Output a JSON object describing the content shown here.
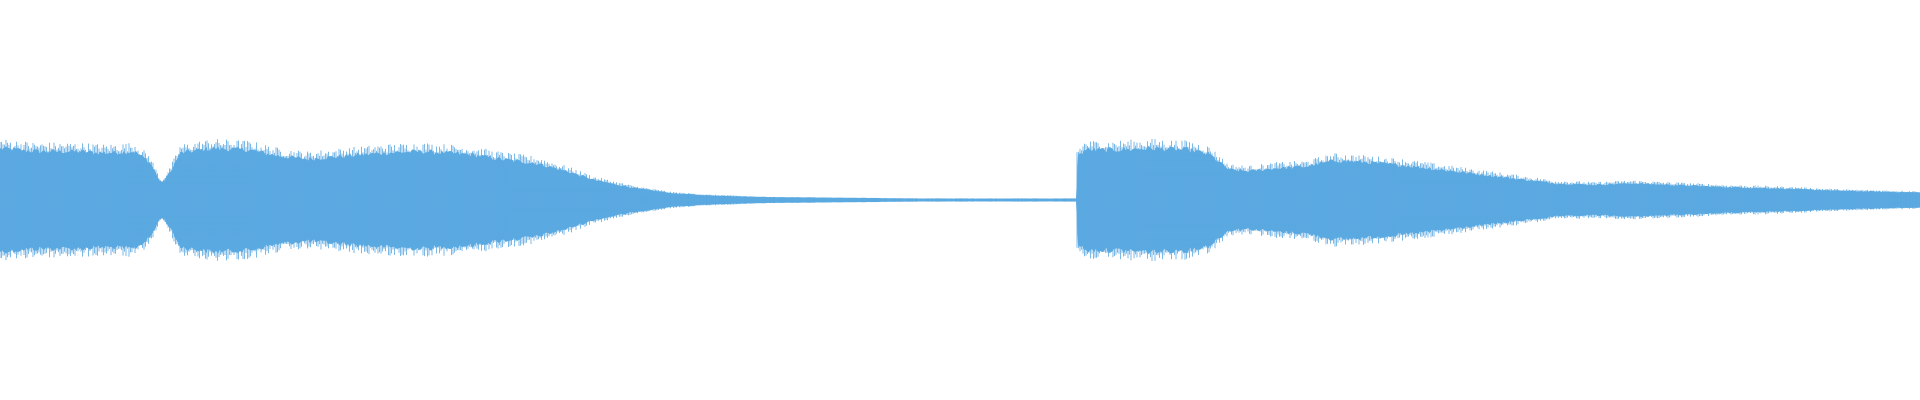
{
  "waveform": {
    "color": "#5BA9E1",
    "background": "#FFFFFF",
    "envelope": [
      [
        0.0,
        0.68
      ],
      [
        0.02,
        0.64
      ],
      [
        0.04,
        0.64
      ],
      [
        0.055,
        0.62
      ],
      [
        0.07,
        0.64
      ],
      [
        0.078,
        0.5
      ],
      [
        0.084,
        0.22
      ],
      [
        0.088,
        0.34
      ],
      [
        0.094,
        0.62
      ],
      [
        0.11,
        0.68
      ],
      [
        0.13,
        0.66
      ],
      [
        0.145,
        0.58
      ],
      [
        0.16,
        0.54
      ],
      [
        0.18,
        0.58
      ],
      [
        0.2,
        0.62
      ],
      [
        0.22,
        0.64
      ],
      [
        0.245,
        0.6
      ],
      [
        0.26,
        0.54
      ],
      [
        0.28,
        0.48
      ],
      [
        0.295,
        0.38
      ],
      [
        0.31,
        0.26
      ],
      [
        0.33,
        0.16
      ],
      [
        0.35,
        0.09
      ],
      [
        0.37,
        0.06
      ],
      [
        0.4,
        0.04
      ],
      [
        0.44,
        0.03
      ],
      [
        0.48,
        0.02
      ],
      [
        0.54,
        0.02
      ],
      [
        0.5605,
        0.02
      ],
      [
        0.5606,
        0.56
      ],
      [
        0.565,
        0.66
      ],
      [
        0.58,
        0.66
      ],
      [
        0.6,
        0.68
      ],
      [
        0.62,
        0.66
      ],
      [
        0.63,
        0.6
      ],
      [
        0.64,
        0.4
      ],
      [
        0.65,
        0.38
      ],
      [
        0.665,
        0.42
      ],
      [
        0.68,
        0.44
      ],
      [
        0.695,
        0.52
      ],
      [
        0.71,
        0.5
      ],
      [
        0.73,
        0.46
      ],
      [
        0.75,
        0.4
      ],
      [
        0.77,
        0.34
      ],
      [
        0.79,
        0.28
      ],
      [
        0.81,
        0.22
      ],
      [
        0.83,
        0.2
      ],
      [
        0.85,
        0.22
      ],
      [
        0.87,
        0.2
      ],
      [
        0.9,
        0.17
      ],
      [
        0.93,
        0.15
      ],
      [
        0.96,
        0.12
      ],
      [
        1.0,
        0.1
      ]
    ]
  }
}
